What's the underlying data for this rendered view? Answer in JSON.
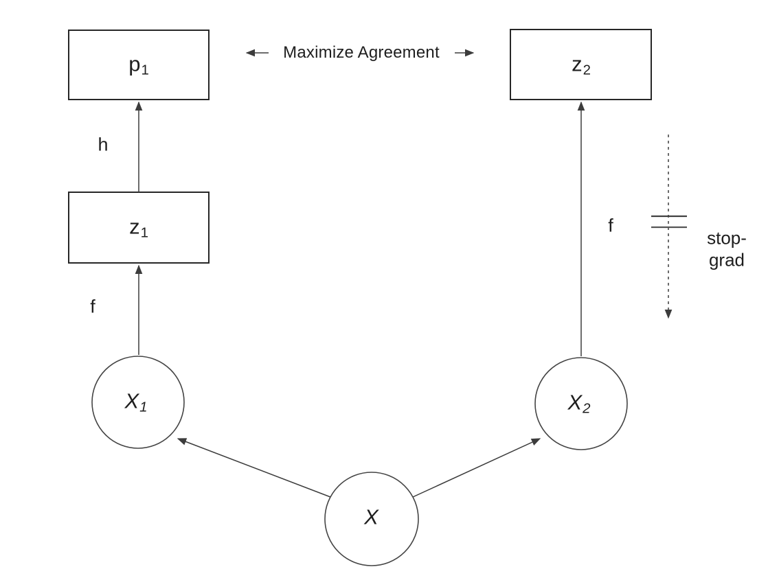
{
  "diagram": {
    "background_color": "#ffffff",
    "colors": {
      "box_stroke": "#262626",
      "circle_stroke": "#444444",
      "line_stroke": "#3c3c3c",
      "text": "#1e1e1e"
    },
    "boxes": {
      "p1": {
        "main": "p",
        "sub": "1"
      },
      "z1": {
        "main": "z",
        "sub": "1"
      },
      "z2": {
        "main": "z",
        "sub": "2"
      }
    },
    "circles": {
      "x1": {
        "main": "X",
        "sub": "1"
      },
      "x2": {
        "main": "X",
        "sub": "2"
      },
      "x": {
        "main": "X",
        "sub": ""
      }
    },
    "edge_labels": {
      "h": "h",
      "f_left": "f",
      "f_right": "f"
    },
    "annotations": {
      "maximize_agreement": "Maximize Agreement",
      "stop_grad": {
        "line1": "stop-",
        "line2": "grad"
      }
    }
  }
}
